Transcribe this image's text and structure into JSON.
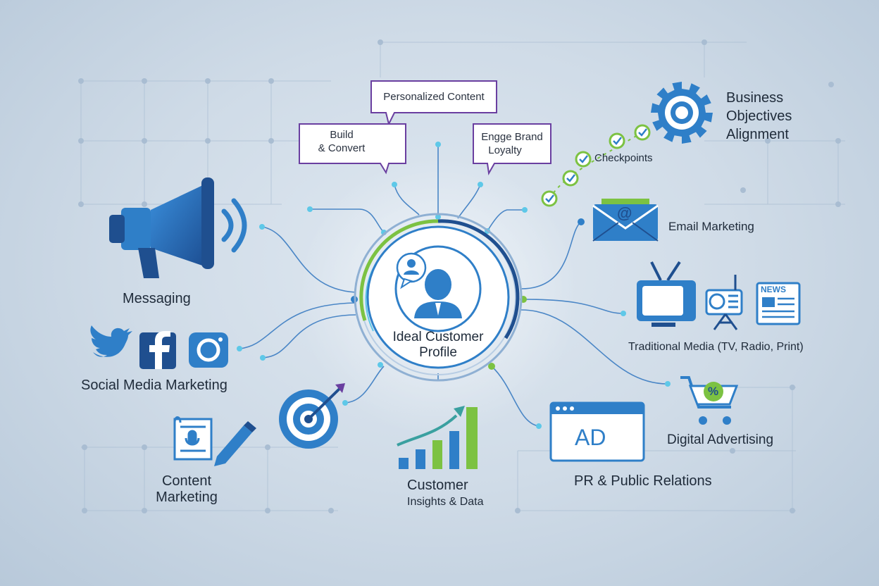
{
  "center": {
    "title_line1": "Ideal Customer",
    "title_line2": "Profile"
  },
  "bubbles": [
    {
      "id": "personalized",
      "text": "Personalized Content"
    },
    {
      "id": "build",
      "line1": "Build",
      "line2": "& Convert"
    },
    {
      "id": "loyalty",
      "line1": "Engge Brand",
      "line2": "Loyalty"
    }
  ],
  "nodes": {
    "messaging": "Messaging",
    "social": "Social Media Marketing",
    "content_line1": "Content",
    "content_line2": "Marketing",
    "insights_line1": "Customer",
    "insights_line2": "Insights & Data",
    "pr": "PR & Public Relations",
    "digital": "Digital Advertising",
    "traditional": "Traditional Media (TV, Radio, Print)",
    "email": "Email Marketing",
    "checkpoints": "Checkpoints",
    "business_line1": "Business",
    "business_line2": "Objectives",
    "business_line3": "Alignment"
  },
  "icon_text": {
    "ad": "AD",
    "news": "NEWS",
    "at": "@",
    "percent": "%"
  },
  "colors": {
    "primary_blue": "#2f7fc8",
    "dark_blue": "#1f4f8f",
    "accent_green": "#7cc242",
    "bubble_purple": "#6a3fa0",
    "connector": "#4a86c6"
  }
}
